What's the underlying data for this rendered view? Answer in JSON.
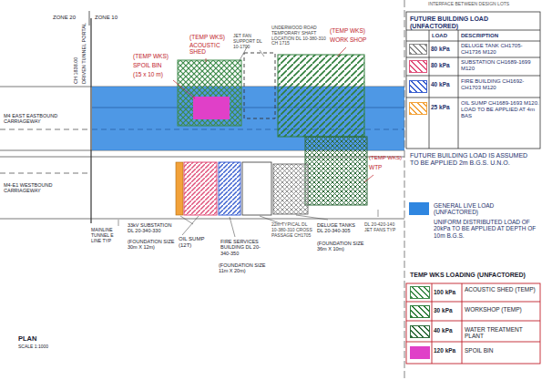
{
  "diagram": {
    "labels": [
      "INTERFACE BETWEEN DESIGN LOTS",
      "FUTURE BUILDING LOAD (UNFACTORED)",
      "LOAD",
      "DESCRIPTION",
      "80 kPa",
      "80 kPa",
      "40 kPa",
      "25 kPa",
      "FUTURE BUILDING LOAD IS ASSUMED TO BE APPLIED 2m B.G.S. U.N.O.",
      "UNIFORM DISTRIBUTED LOAD OF 20kPa TO BE APPLIED AT DEPTH OF 10m B.G.S.",
      "TEMP WKS LOADING (UNFACTORED)",
      "100 kPa",
      "30 kPa",
      "40 kPa",
      "120 kPa",
      "ZONE 20",
      "ZONE 10",
      "CH 1838.00",
      "DRIVEN TUNNEL PORTAL",
      "M4 EAST EASTBOUND CARRIAGEWAY",
      "M4-E1 WESTBOUND CARRIAGEWAY",
      "(TEMP WKS)",
      "ACOUSTIC SHED",
      "JET FAN SUPPORT DL 10-1700",
      "(TEMP WKS)",
      "SPOIL BIN",
      "(15 x 10 m)",
      "UNDERWOOD ROAD TEMPORARY SHAFT LOCATION DL 10-380-310 CH 1715",
      "(TEMP WKS)",
      "WORK SHOP",
      "(TEMP WKS)",
      "WTP",
      "OIL SUMP (12T)",
      "33kV SUBSTATION DL 20-340-330",
      "(FOUNDATION SIZE 30m X 12m)",
      "FIRE SERVICES BUILDING DL 20-340-350",
      "(FOUNDATION SIZE 11m X 20m)",
      "22m TYPICAL DL 10-380-310 CROSS PASSAGE CH1705",
      "DELUGE TANKS DL 20-340-305",
      "(FOUNDATION SIZE 36m X 10m)",
      "DL 20-420-140 JET FANS TYP",
      "MAINLINE TUNNEL E LINE TYP",
      "PLAN",
      "SCALE 1:1000"
    ],
    "legend": [
      {
        "text": "DELUGE TANK CH1705-CH1736 M120",
        "color": "#8a8a8a"
      },
      {
        "text": "SUBSTATION CH1689-1699 M120",
        "color": "#e0507a"
      },
      {
        "text": "FIRE BUILDING CH1692-CH1703 M120",
        "color": "#3a5fcf"
      },
      {
        "text": "OIL SUMP CH1689-1693 M120. LOAD TO BE APPLIED AT 4m BAS",
        "color": "#f2a23a"
      },
      {
        "text": "GENERAL LIVE LOAD (UNFACTORED)",
        "color": "#2f86e0"
      },
      {
        "text": "ACOUSTIC SHED (TEMP)",
        "color": "#3d8a4a"
      },
      {
        "text": "WORKSHOP (TEMP)",
        "color": "#2e7d3a"
      },
      {
        "text": "WATER TREATMENT PLANT",
        "color": "#2e6b3a"
      },
      {
        "text": "SPOIL BIN",
        "color": "#e040c8"
      }
    ]
  }
}
